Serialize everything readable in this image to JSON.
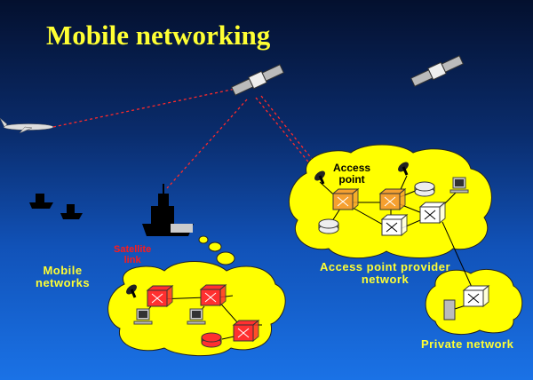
{
  "title": "Mobile networking",
  "labels": {
    "mobile_networks": [
      "Mobile",
      "networks"
    ],
    "satellite_link": [
      "Satellite",
      "link"
    ],
    "access_point": [
      "Access",
      "point"
    ],
    "ap_provider_network": [
      "Access point provider",
      "network"
    ],
    "private_network": "Private network"
  },
  "colors": {
    "title": "#ffff33",
    "cloud": "#ffff00",
    "link": "#ff2020",
    "mobile_node": "#ff3030",
    "ap_node": "#f5a030"
  }
}
